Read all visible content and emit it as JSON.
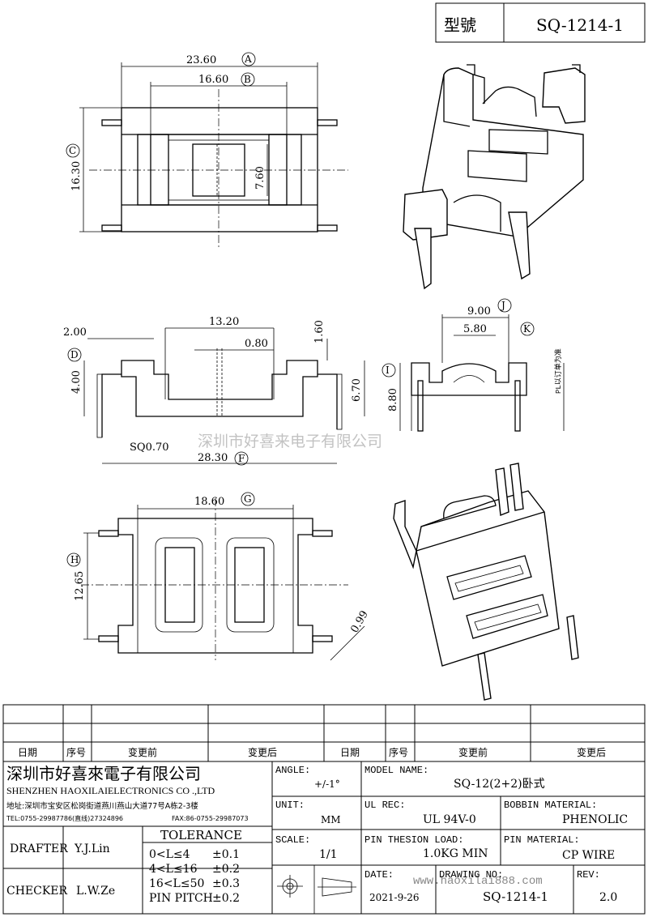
{
  "title_block": {
    "model_label": "型號",
    "model_value": "SQ-1214-1"
  },
  "dimensions": {
    "A": "23.60",
    "B": "16.60",
    "C": "16.30",
    "c_inner": "7.60",
    "side_2_00": "2.00",
    "side_13_20": "13.20",
    "side_0_80": "0.80",
    "side_1_60": "1.60",
    "D": "4.00",
    "side_6_70": "6.70",
    "sq": "SQ0.70",
    "F": "28.30",
    "J": "9.00",
    "K": "5.80",
    "I": "8.80",
    "pl_note": "PL以订单为准",
    "G": "18.60",
    "H": "12.65",
    "d099": "0.99"
  },
  "bubbles": [
    "A",
    "B",
    "C",
    "D",
    "F",
    "G",
    "H",
    "I",
    "J",
    "K"
  ],
  "watermark": {
    "text": "深圳市好喜来电子有限公司",
    "site": "www.haoxilai888.com"
  },
  "revision_headers": [
    "日期",
    "序号",
    "变更前",
    "变更后",
    "日期",
    "序号",
    "变更前",
    "变更后"
  ],
  "company": {
    "name_cn": "深圳市好喜來電子有限公司",
    "name_en": "SHENZHEN HAOXILAIELECTRONICS CO .,LTD",
    "address": "地址:深圳市宝安区松岗街道燕川燕山大道77号A栋2-3楼",
    "tel": "TEL:0755-29987786(直线)27324896",
    "fax": "FAX:86-0755-29987073"
  },
  "fields": {
    "angle_label": "ANGLE:",
    "angle_value": "+/-1°",
    "model_name_label": "MODEL NAME:",
    "model_name_value": "SQ-12(2+2)卧式",
    "unit_label": "UNIT:",
    "unit_value": "MM",
    "ul_rec_label": "UL REC:",
    "ul_rec_value": "UL 94V-0",
    "bobbin_label": "BOBBIN MATERIAL:",
    "bobbin_value": "PHENOLIC",
    "scale_label": "SCALE:",
    "scale_value": "1/1",
    "pin_load_label": "PIN THESION LOAD:",
    "pin_load_value": "1.0KG MIN",
    "pin_mat_label": "PIN MATERIAL:",
    "pin_mat_value": "CP  WIRE",
    "date_label": "DATE:",
    "date_value": "2021-9-26",
    "drawing_label": "DRAWING NO:",
    "drawing_value": "SQ-1214-1",
    "rev_label": "REV:",
    "rev_value": "2.0",
    "drafter_label": "DRAFTER",
    "drafter_value": "Y.J.Lin",
    "checker_label": "CHECKER",
    "checker_value": "L.W.Ze"
  },
  "tolerance": {
    "title": "TOLERANCE",
    "rows": [
      {
        "range": "0<L≤4",
        "value": "±0.1"
      },
      {
        "range": "4<L≤16",
        "value": "±0.2"
      },
      {
        "range": "16<L≤50",
        "value": "±0.3"
      },
      {
        "range": "PIN PITCH",
        "value": "±0.2"
      }
    ]
  }
}
